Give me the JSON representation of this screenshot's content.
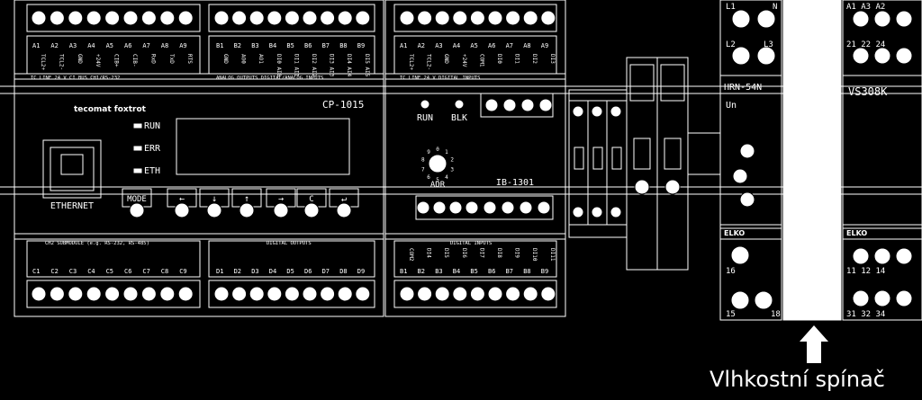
{
  "cp1015": {
    "top_labels": [
      "A1",
      "A2",
      "A3",
      "A4",
      "A5",
      "A6",
      "A7",
      "A8",
      "A9",
      "B1",
      "B2",
      "B3",
      "B4",
      "B5",
      "B6",
      "B7",
      "B8",
      "B9"
    ],
    "top_signals_a": [
      "TCL2+",
      "TCL2-",
      "GND",
      "+24V",
      "CIB+",
      "CIB-",
      "RxD",
      "TxD",
      "RTS"
    ],
    "top_signals_b": [
      "GND",
      "AO0",
      "AO1",
      "DI0 AI0",
      "DI1 AI1",
      "DI2 AI2",
      "DI3 AI3",
      "DI4 AI4",
      "DI5 AI5"
    ],
    "top_group_a": "TC LINE    24 V          CI BUS      CH1/RS-232",
    "top_group_b": "ANALOG OUTPUTS    DIGITAL/ANALOG INPUTS",
    "brand": "tecomat foxtrot",
    "model": "CP-1015",
    "leds": [
      "RUN",
      "ERR",
      "ETH"
    ],
    "port_label": "ETHERNET",
    "mode_label": "MODE",
    "key_c": "C",
    "bottom_group_a": "CH2 SUBMODULE (e.g. RS-232, RS-485)",
    "bottom_group_b": "DIGITAL OUTPUTS",
    "bottom_labels": [
      "C1",
      "C2",
      "C3",
      "C4",
      "C5",
      "C6",
      "C7",
      "C8",
      "C9",
      "D1",
      "D2",
      "D3",
      "D4",
      "D5",
      "D6",
      "D7",
      "D8",
      "D9"
    ]
  },
  "ib1301": {
    "top_labels": [
      "A1",
      "A2",
      "A3",
      "A4",
      "A5",
      "A6",
      "A7",
      "A8",
      "A9"
    ],
    "top_signals": [
      "TCL2+",
      "TCL2-",
      "GND",
      "+24V",
      "COM1",
      "DI0",
      "DI1",
      "DI2",
      "DI3"
    ],
    "top_group": "TC LINE    24 V       DIGITAL INPUTS",
    "run": "RUN",
    "blk": "BLK",
    "dial": "ADR",
    "dial_digits": [
      "0",
      "1",
      "2",
      "3",
      "4",
      "5",
      "6",
      "7",
      "8",
      "9"
    ],
    "model": "IB-1301",
    "bottom_group": "DIGITAL INPUTS",
    "bottom_signals": [
      "COM2",
      "DI4",
      "DI5",
      "DI6",
      "DI7",
      "DI8",
      "DI9",
      "DI10",
      "DI11"
    ],
    "bottom_labels": [
      "B1",
      "B2",
      "B3",
      "B4",
      "B5",
      "B6",
      "B7",
      "B8",
      "B9"
    ]
  },
  "hrn54n": {
    "top_labels": [
      "L1",
      "N",
      "L2",
      "L3"
    ],
    "model": "HRN-54N",
    "un": "Un",
    "brand": "ELKO",
    "bottom_labels": [
      "16",
      "15",
      "18"
    ]
  },
  "vs308k": {
    "top_labels": [
      "A1",
      "A3",
      "A2",
      "21",
      "22",
      "24"
    ],
    "model": "VS308K",
    "brand": "ELKO",
    "bottom_labels": [
      "11",
      "12",
      "14",
      "31",
      "32",
      "34"
    ]
  },
  "caption": "Vlhkostní spínač"
}
